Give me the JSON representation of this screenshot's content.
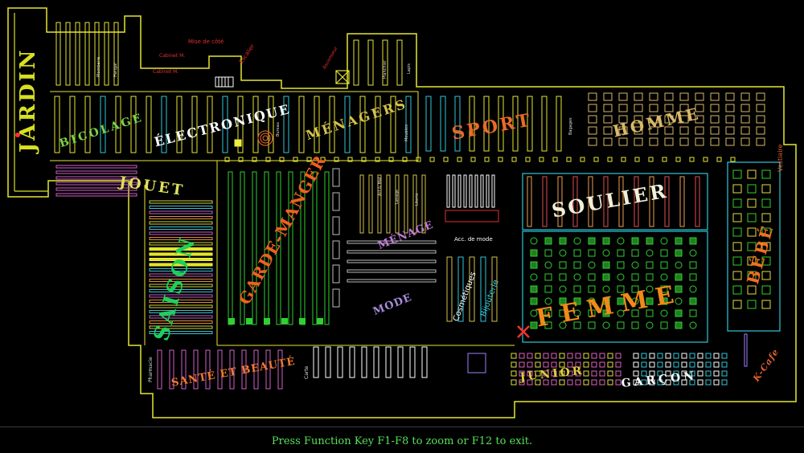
{
  "map": {
    "departments": {
      "jardin": "JARDIN",
      "bricolage": "BICOLAGE",
      "electronique": "ÉLECTRONIQUE",
      "menagers": "MÉNAGERS",
      "sport": "SPORT",
      "homme": "HOMME",
      "jouet": "JOUET",
      "soulier": "SOULIER",
      "bebe": "BÉBÉ",
      "garde_manger": "GARDE-MANGER",
      "menage": "MÉNAGE",
      "mode": "MODE",
      "saison": "SAISON",
      "femme": "FEMME",
      "sante_beaute": "SANTÉ ET BEAUTÉ",
      "junior": "JUNIOR",
      "garcon": "GARÇON",
      "kcafe": "K-Cafe"
    },
    "labels": {
      "mise_de_cote": "Mise de côté",
      "cabinet_m1": "Cabinet M.",
      "cabinet_m2": "Cabinet M.",
      "escalier": "Escalier",
      "ascenseur": "Ascenseur",
      "plomberie": "Plomberie",
      "hangar": "Hangar",
      "planchier": "Planchier",
      "lapis": "Lapis",
      "vestiaire": "Vestiaire",
      "bureau": "Bureau",
      "meubles": "Meubles",
      "bagages": "Bagages",
      "acc_de_mode": "Acc. de mode",
      "cosmetiques": "Cosmétiques",
      "bijouterie": "Bijouterie",
      "pharmacie": "Pharmacie",
      "carte": "Carte",
      "art_mat": "Art & Mat",
      "lavage": "Lavage",
      "literie": "Literie"
    },
    "colors": {
      "walls": "#e6e634",
      "jardin": "#d8e020",
      "bricolage": "#7cd44a",
      "electronique": "#ffffff",
      "menagers": "#d4c24a",
      "sport": "#e86a2a",
      "homme": "#d9b868",
      "jouet": "#e0e060",
      "soulier": "#f0f0d8",
      "bebe": "#f07020",
      "garde_manger": "#f06020",
      "menage": "#c07cd8",
      "mode": "#a98cd8",
      "saison": "#1ed05a",
      "femme": "#f08a18",
      "sante_beaute": "#f07a30",
      "junior": "#e0d040",
      "garcon": "#ffffff",
      "kcafe": "#e06030",
      "red_label": "#e03030",
      "pink_shelf": "#d060c8",
      "cyan_shelf": "#30c8d8",
      "green_display": "#30d030"
    }
  },
  "status_bar": {
    "message": "Press Function Key F1-F8 to zoom  or F12 to  exit."
  }
}
